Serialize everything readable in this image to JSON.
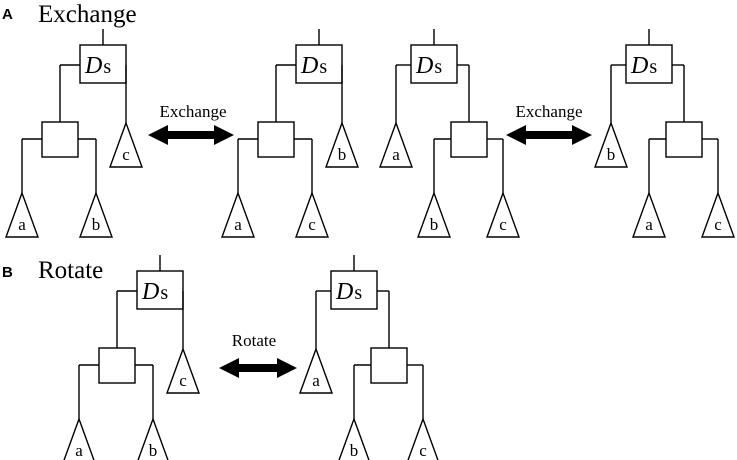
{
  "panel_a": {
    "letter": "A",
    "title": "Exchange",
    "operation_label": "Exchange",
    "trees": [
      {
        "root": "D",
        "root_sub": "s",
        "leaves": [
          "a",
          "b",
          "c"
        ]
      },
      {
        "root": "D",
        "root_sub": "s",
        "leaves": [
          "a",
          "c",
          "b"
        ]
      },
      {
        "root": "D",
        "root_sub": "s",
        "leaves": [
          "a",
          "b",
          "c"
        ]
      },
      {
        "root": "D",
        "root_sub": "s",
        "leaves": [
          "b",
          "a",
          "c"
        ]
      }
    ]
  },
  "panel_b": {
    "letter": "B",
    "title": "Rotate",
    "operation_label": "Rotate",
    "trees": [
      {
        "root": "D",
        "root_sub": "s",
        "leaves": [
          "a",
          "b",
          "c"
        ]
      },
      {
        "root": "D",
        "root_sub": "s",
        "leaves": [
          "a",
          "b",
          "c"
        ]
      }
    ]
  }
}
